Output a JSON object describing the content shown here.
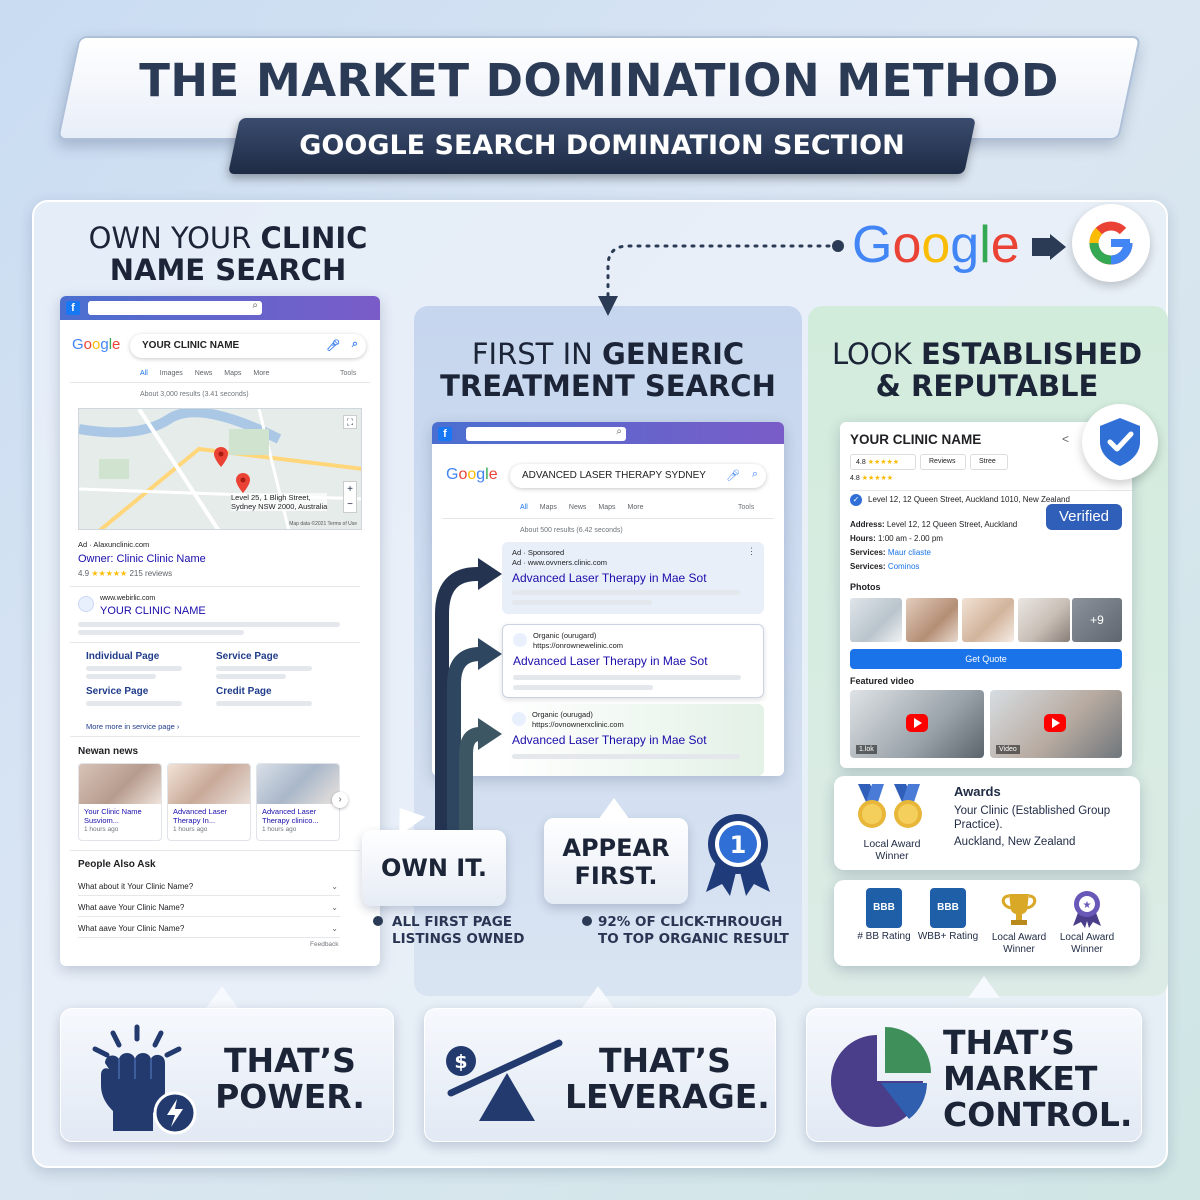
{
  "title": "THE MARKET DOMINATION METHOD",
  "subtitle": "GOOGLE SEARCH DOMINATION SECTION",
  "google_wordmark": "Google",
  "left": {
    "heading_light": "OWN YOUR ",
    "heading_bold_1": "CLINIC",
    "heading_bold_2": "NAME SEARCH",
    "search_query": "YOUR CLINIC NAME",
    "tabs": [
      "All",
      "Images",
      "News",
      "Maps",
      "More"
    ],
    "tools": "Tools",
    "results_count": "About 3,000 results (3.41 seconds)",
    "map_address": "Level 25, 1 Bligh Street,\nSydney NSW 2000, Australia",
    "map_footer": "Map data ©2021   Terms of Use",
    "ad_label": "Ad · Alaxunclinic.com",
    "ad_title": "Owner: Clinic Clinic Name",
    "ad_rating": "4.9",
    "ad_stars": "★★★★★",
    "ad_reviews": "215 reviews",
    "site_url": "www.webirlic.com",
    "site_title": "YOUR CLINIC NAME",
    "sitelinks": [
      "Individual Page",
      "Service Page",
      "Service Page",
      "Credit Page"
    ],
    "more_link": "More more in service page ›",
    "news_heading": "Newan news",
    "news": [
      {
        "title": "Your Clinic Name Susviom...",
        "time": "1 hours ago"
      },
      {
        "title": "Advanced Laser Therapy In...",
        "time": "1 hours ago"
      },
      {
        "title": "Advanced Laser Therapy clinico...",
        "time": "1 hours ago"
      }
    ],
    "paa_heading": "People Also Ask",
    "paa": [
      "What about it Your Clinic Name?",
      "What aave Your Clinic Name?",
      "What aave Your Clinic Name?"
    ],
    "feedback": "Feedback"
  },
  "middle": {
    "heading_light": "FIRST IN ",
    "heading_bold_1": "GENERIC",
    "heading_bold_2": "TREATMENT SEARCH",
    "search_query": "ADVANCED LASER THERAPY SYDNEY",
    "tabs": [
      "All",
      "Maps",
      "News",
      "Maps",
      "More"
    ],
    "tools": "Tools",
    "results_count": "About 500 results (6.42 seconds)",
    "results": [
      {
        "meta1": "Ad · Sponsored",
        "meta2": "Ad · www.ovvners.clinic.com",
        "title": "Advanced Laser Therapy in Mae Sot"
      },
      {
        "meta1": "Organic (ourugard)",
        "meta2": "https://onrownewelinic.com",
        "title": "Advanced Laser Therapy in Mae Sot"
      },
      {
        "meta1": "Organic (ourugad)",
        "meta2": "https://ovnownerxclinic.com",
        "title": "Advanced Laser Therapy in Mae Sot"
      }
    ]
  },
  "right": {
    "heading_light_1": "LOOK ",
    "heading_bold_1": "ESTABLISHED",
    "heading_bold_2": "& REPUTABLE",
    "business_name": "YOUR CLINIC NAME",
    "rating_1": "4.8",
    "rating_2": "4.8",
    "stars": "★★★★★",
    "chip_reviews": "Reviews",
    "chip_stree": "Stree",
    "verified_address": "Level 12, 12 Queen Street, Auckland 1010, New Zealand",
    "verified_label": "Verified",
    "address_label": "Address:",
    "address_value": "Level 12, 12 Queen Street, Auckland",
    "hours_label": "Hours:",
    "hours_value": "1:00 am - 2.00 pm",
    "services_label": "Services:",
    "services_value_1": "Maur cliaste",
    "services_value_2": "Cominos",
    "photos_label": "Photos",
    "photos_more": "+9",
    "cta": "Get Quote",
    "featured_label": "Featured video",
    "video1_caption": "1.lok",
    "video2_caption": "Video",
    "awards_title": "Awards",
    "awards_desc": "Your Clinic (Established Group Practice).",
    "awards_location": "Auckland, New Zealand",
    "awards_badge_label": "Local Award Winner",
    "badges": [
      {
        "label": "# BB Rating",
        "icon": "bbb-badge-icon",
        "text": "BBB"
      },
      {
        "label": "WBB+ Rating",
        "icon": "bbb-badge-icon",
        "text": "BBB"
      },
      {
        "label": "Local Award Winner",
        "icon": "trophy-icon",
        "text": ""
      },
      {
        "label": "Local Award Winner",
        "icon": "rosette-icon",
        "text": ""
      }
    ]
  },
  "callouts": {
    "own_it": "OWN IT.",
    "own_it_caption_1": "ALL FIRST PAGE",
    "own_it_caption_2": "LISTINGS OWNED",
    "appear_first_1": "APPEAR",
    "appear_first_2": "FIRST.",
    "ribbon_number": "1",
    "appear_caption_1": "92% OF CLICK-THROUGH",
    "appear_caption_2": "TO TOP ORGANIC RESULT"
  },
  "bottom": {
    "power_1": "THAT’S",
    "power_2": "POWER.",
    "leverage_1": "THAT’S",
    "leverage_2": "LEVERAGE.",
    "control_1": "THAT’S",
    "control_2": "MARKET",
    "control_3": "CONTROL."
  },
  "colors": {
    "navy": "#1e2b45",
    "google_blue": "#4285f4",
    "link_blue": "#1a0dab",
    "verified_blue": "#2f6fd6",
    "pie_green": "#3f8f5a",
    "pie_blue": "#2f5fae",
    "pie_purple": "#4a3d8a"
  }
}
